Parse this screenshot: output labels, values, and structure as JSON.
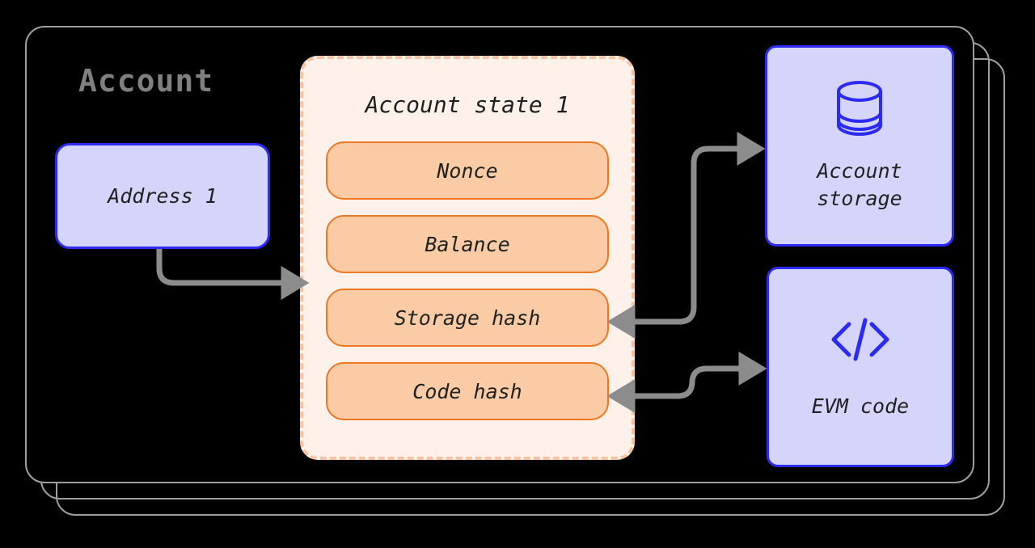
{
  "diagram": {
    "title": "Account",
    "theme": {
      "background": "#000000",
      "shell_stroke": "#9e9e9e",
      "title_color": "#808080",
      "blue_fill": "#d5d5fb",
      "blue_stroke": "#2b2bf5",
      "orange_fill": "#fbcba5",
      "orange_stroke": "#ed7722",
      "state_fill": "#fdf1ea",
      "state_dash": "#f9c3a1",
      "arrow_color": "#8c8c8c",
      "text_color": "#1f2020"
    }
  },
  "address": {
    "label": "Address 1"
  },
  "account_state": {
    "title": "Account state 1",
    "fields": [
      {
        "label": "Nonce"
      },
      {
        "label": "Balance"
      },
      {
        "label": "Storage hash"
      },
      {
        "label": "Code hash"
      }
    ]
  },
  "external": [
    {
      "icon": "database-icon",
      "label_line1": "Account",
      "label_line2": "storage"
    },
    {
      "icon": "code-brackets-icon",
      "label_line1": "EVM code",
      "label_line2": ""
    }
  ],
  "connections": [
    {
      "name": "address-to-account-state",
      "from": "Address 1",
      "to": "Account state 1",
      "direction": "forward"
    },
    {
      "name": "storage-hash-to-account-storage",
      "from": "Storage hash",
      "to": "Account storage",
      "direction": "forward"
    },
    {
      "name": "account-storage-to-storage-hash",
      "from": "Account storage",
      "to": "Storage hash",
      "direction": "back"
    },
    {
      "name": "code-hash-to-evm-code",
      "from": "Code hash",
      "to": "EVM code",
      "direction": "forward"
    },
    {
      "name": "evm-code-to-code-hash",
      "from": "EVM code",
      "to": "Code hash",
      "direction": "back"
    }
  ]
}
